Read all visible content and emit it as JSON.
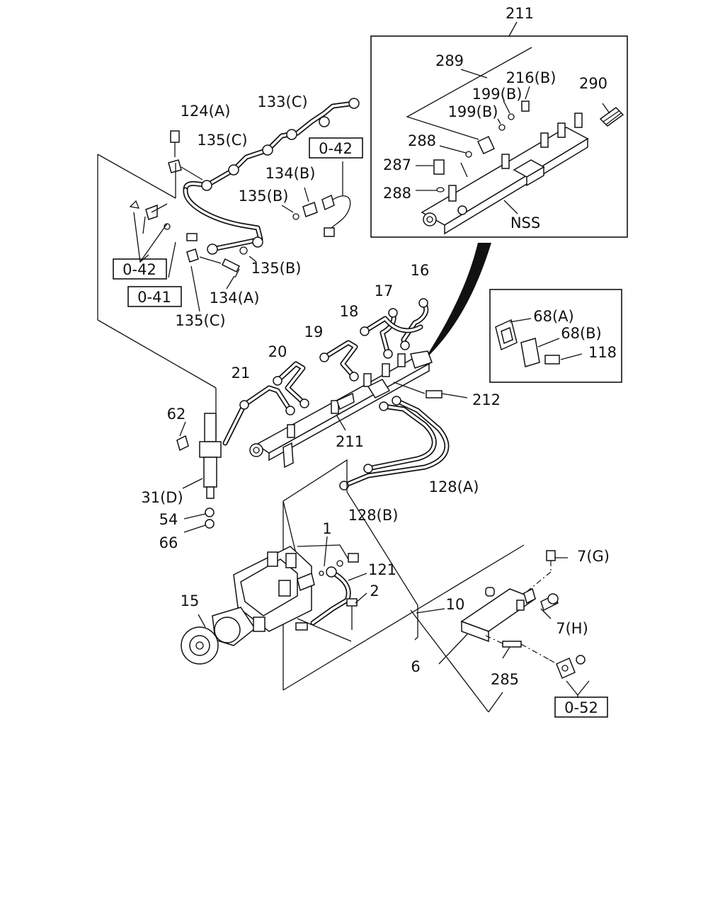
{
  "labels": {
    "p211_top": "211",
    "p289": "289",
    "p216b": "216(B)",
    "p290": "290",
    "p199b_1": "199(B)",
    "p199b_2": "199(B)",
    "p288_1": "288",
    "p287": "287",
    "p288_2": "288",
    "nss": "NSS",
    "p124a": "124(A)",
    "p133c": "133(C)",
    "p135c_1": "135(C)",
    "p134b": "134(B)",
    "p135b_1": "135(B)",
    "p135b_2": "135(B)",
    "p134a": "134(A)",
    "p135c_2": "135(C)",
    "p16": "16",
    "p17": "17",
    "p18": "18",
    "p19": "19",
    "p20": "20",
    "p21": "21",
    "p62": "62",
    "p211_mid": "211",
    "p212": "212",
    "p31d": "31(D)",
    "p54": "54",
    "p66": "66",
    "p128a": "128(A)",
    "p128b": "128(B)",
    "p68a": "68(A)",
    "p68b": "68(B)",
    "p118": "118",
    "p1": "1",
    "p121": "121",
    "p2": "2",
    "p15": "15",
    "p10": "10",
    "p7g": "7(G)",
    "p7h": "7(H)",
    "p6": "6",
    "p285": "285"
  },
  "refs": {
    "ref_042_a": "0-42",
    "ref_042_b": "0-42",
    "ref_041": "0-41",
    "ref_052": "0-52"
  }
}
